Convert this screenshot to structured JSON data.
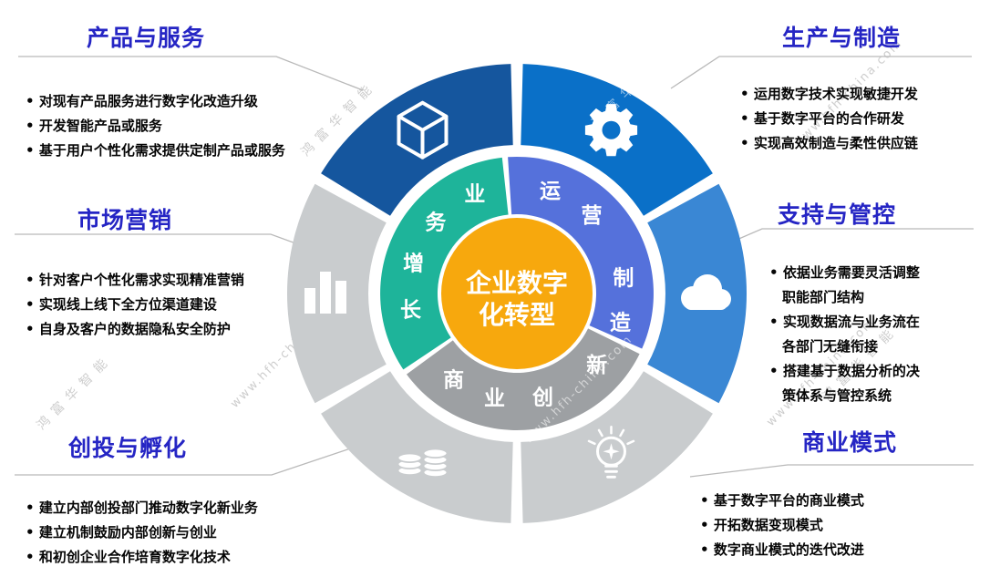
{
  "diagram": {
    "center": {
      "line1": "企业数字",
      "line2": "化转型",
      "bg_color": "#f7a80d",
      "text_color": "#ffffff"
    },
    "inner_segments": [
      {
        "id": "operations-manufacturing",
        "label": "运营制造",
        "color": "#5571db",
        "start": -95,
        "end": 25,
        "char_angles": [
          -72,
          -46,
          -8,
          16
        ]
      },
      {
        "id": "business-innovation",
        "label": "商业创新",
        "color": "#9da0a3",
        "start": 25,
        "end": 145,
        "char_angles": [
          126,
          102,
          76,
          42
        ]
      },
      {
        "id": "business-growth",
        "label": "业务增长",
        "color": "#1eb49a",
        "start": 145,
        "end": 265,
        "char_angles": [
          247,
          221,
          196,
          171
        ]
      }
    ],
    "petals": [
      {
        "id": "products",
        "icon": "cube-icon",
        "color": "#15569e",
        "start": -150,
        "end": -90
      },
      {
        "id": "manufacturing",
        "icon": "gear-icon",
        "color": "#0a70c8",
        "start": -90,
        "end": -30
      },
      {
        "id": "support",
        "icon": "cloud-icon",
        "color": "#3a87d4",
        "start": -30,
        "end": 30
      },
      {
        "id": "business-model",
        "icon": "bulb-icon",
        "color": "#c9ccce",
        "start": 30,
        "end": 90
      },
      {
        "id": "venture",
        "icon": "coins-icon",
        "color": "#c9ccce",
        "start": 90,
        "end": 150
      },
      {
        "id": "marketing",
        "icon": "bar-chart-icon",
        "color": "#c9ccce",
        "start": 150,
        "end": 210
      }
    ]
  },
  "sections": [
    {
      "id": "products",
      "title": "产品与服务",
      "bullets": [
        "对现有产品服务进行数字化改造升级",
        "开发智能产品或服务",
        "基于用户个性化需求提供定制产品或服务"
      ]
    },
    {
      "id": "manufacturing",
      "title": "生产与制造",
      "bullets": [
        "运用数字技术实现敏捷开发",
        "基于数字平台的合作研发",
        "实现高效制造与柔性供应链"
      ]
    },
    {
      "id": "marketing",
      "title": "市场营销",
      "bullets": [
        "针对客户个性化需求实现精准营销",
        "实现线上线下全方位渠道建设",
        "自身及客户的数据隐私安全防护"
      ]
    },
    {
      "id": "support",
      "title": "支持与管控",
      "bullets": [
        "依据业务需要灵活调整职能部门结构",
        "实现数据流与业务流在各部门无缝衔接",
        "搭建基于数据分析的决策体系与管控系统"
      ]
    },
    {
      "id": "venture",
      "title": "创投与孵化",
      "bullets": [
        "建立内部创投部门推动数字化新业务",
        "建立机制鼓励内部创新与创业",
        "和初创企业合作培育数字化技术"
      ]
    },
    {
      "id": "business-model",
      "title": "商业模式",
      "bullets": [
        "基于数字平台的商业模式",
        "开拓数据变现模式",
        "数字商业模式的迭代改进"
      ]
    }
  ],
  "watermark": {
    "brand": "鸿富华智能",
    "url": "www.hfh-china.com"
  },
  "colors": {
    "title": "#2525c4",
    "connector": "#b9b9b9"
  }
}
